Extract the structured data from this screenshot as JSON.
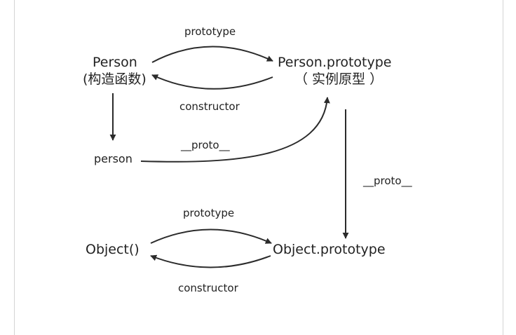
{
  "nodes": {
    "person_ctor": {
      "name": "Person",
      "sub": "(构造函数)"
    },
    "person_proto": {
      "name": "Person.prototype",
      "sub": "（ 实例原型 ）"
    },
    "person_instance": {
      "name": "person"
    },
    "object_ctor": {
      "name": "Object()"
    },
    "object_proto": {
      "name": "Object.prototype"
    }
  },
  "edges": {
    "person_prototype": "prototype",
    "person_constructor": "constructor",
    "instance_proto": "__proto__",
    "chain_proto": "__proto__",
    "object_prototype": "prototype",
    "object_constructor": "constructor"
  },
  "colors": {
    "line": "#2b2b2b",
    "text": "#222222",
    "frame": "#d4d4d4"
  }
}
